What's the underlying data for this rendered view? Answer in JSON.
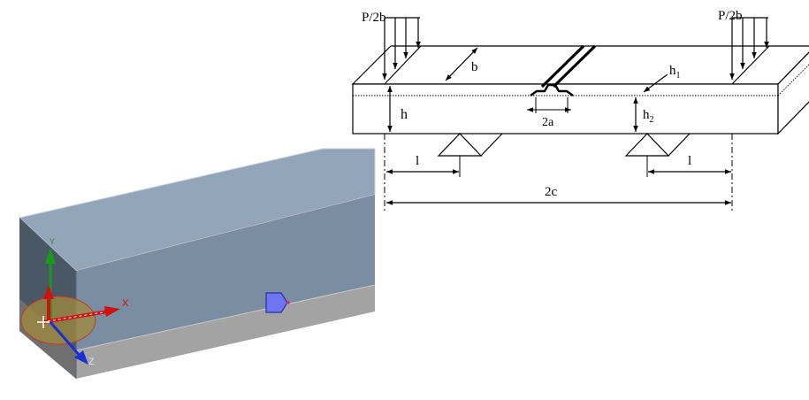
{
  "diagram": {
    "labels": {
      "load_left": "P/2b",
      "load_right": "P/2b",
      "width": "b",
      "h1": "h",
      "h1_sub": "1",
      "h": "h",
      "h2": "h",
      "h2_sub": "2",
      "crack_width": "2a",
      "span_left": "l",
      "span_right": "l",
      "total_length": "2c"
    }
  },
  "model_view": {
    "axes": {
      "x": "X",
      "y": "Y",
      "z": "Z"
    },
    "colors": {
      "top_face": "#93a5b8",
      "front_face": "#7c8fa2",
      "side_face": "#4a5765",
      "lower_front": "#a3a3a3",
      "lower_side": "#6f6f6f",
      "x_axis": "#d11010",
      "y_axis": "#1a9a1a",
      "z_axis": "#1a2fd0",
      "marker": "#6f74f2"
    }
  }
}
